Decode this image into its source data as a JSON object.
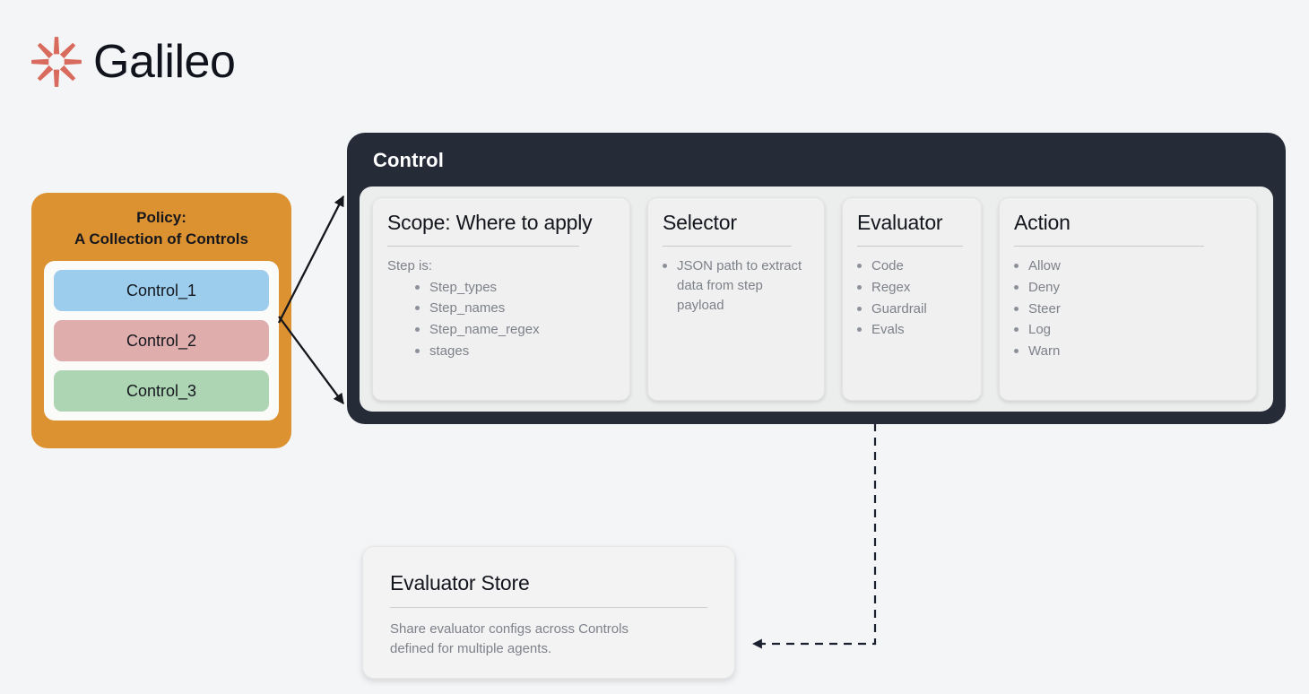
{
  "brand": {
    "name": "Galileo",
    "mark_icon": "galileo-starburst-icon",
    "mark_color": "#d96a5e",
    "word_color": "#10131c"
  },
  "policy": {
    "title_line1": "Policy:",
    "title_line2": "A Collection of Controls",
    "box_color": "#dd9232",
    "controls": [
      {
        "label": "Control_1",
        "color": "#9ccdec"
      },
      {
        "label": "Control_2",
        "color": "#dfadac"
      },
      {
        "label": "Control_3",
        "color": "#aed5b3"
      }
    ]
  },
  "control_panel": {
    "title": "Control",
    "background": "#262b38",
    "inner_background": "#eceded",
    "cards": [
      {
        "title": "Scope: Where to apply",
        "lead": "Step is:",
        "items": [
          "Step_types",
          "Step_names",
          "Step_name_regex",
          "stages"
        ]
      },
      {
        "title": "Selector",
        "lead": "",
        "items": [
          "JSON path to extract data from step payload"
        ]
      },
      {
        "title": "Evaluator",
        "lead": "",
        "items": [
          "Code",
          "Regex",
          "Guardrail",
          "Evals"
        ]
      },
      {
        "title": "Action",
        "lead": "",
        "items": [
          "Allow",
          "Deny",
          "Steer",
          "Log",
          "Warn"
        ]
      }
    ]
  },
  "evaluator_store": {
    "title": "Evaluator Store",
    "body_line1": "Share evaluator configs across Controls",
    "body_line2": "defined for multiple agents."
  },
  "connectors": {
    "policy_to_control_top": "solid-arrow",
    "policy_to_control_bottom": "solid-arrow",
    "evaluator_to_store": "dashed-arrow"
  }
}
